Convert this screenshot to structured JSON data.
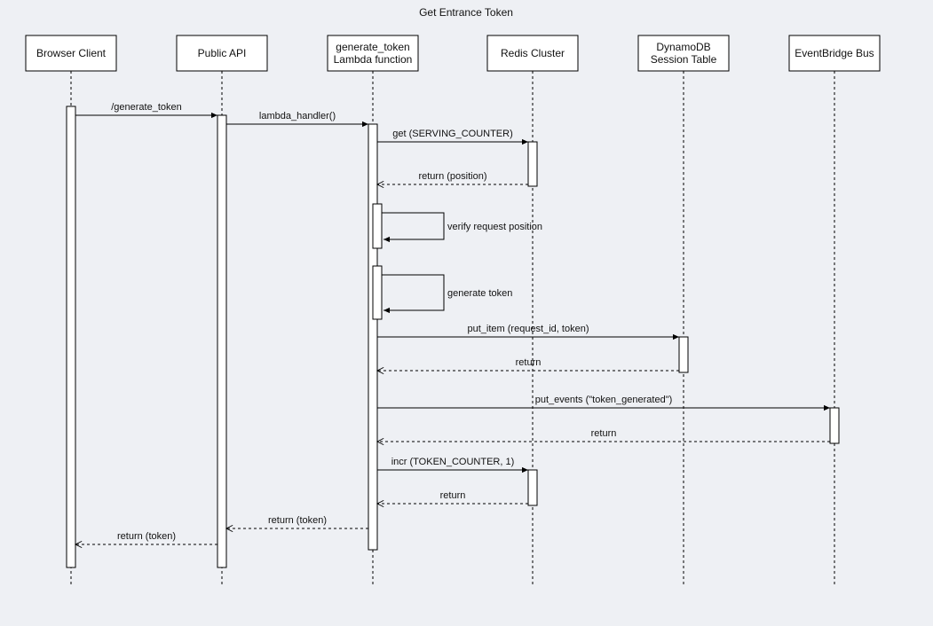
{
  "diagram": {
    "title": "Get Entrance Token",
    "colors": {
      "background": "#eef0f4",
      "box_fill": "#ffffff",
      "stroke": "#000000",
      "text": "#111111"
    },
    "actors": [
      {
        "id": "browser",
        "name": "browser-client",
        "label": [
          "Browser Client"
        ]
      },
      {
        "id": "api",
        "name": "public-api",
        "label": [
          "Public API"
        ]
      },
      {
        "id": "lambda",
        "name": "generate-token-lambda",
        "label": [
          "generate_token",
          "Lambda function"
        ]
      },
      {
        "id": "redis",
        "name": "redis-cluster",
        "label": [
          "Redis Cluster"
        ]
      },
      {
        "id": "dynamo",
        "name": "dynamodb-session-table",
        "label": [
          "DynamoDB",
          "Session Table"
        ]
      },
      {
        "id": "eventbridge",
        "name": "eventbridge-bus",
        "label": [
          "EventBridge Bus"
        ]
      }
    ],
    "messages": [
      {
        "from": "browser",
        "to": "api",
        "label": "/generate_token",
        "kind": "sync"
      },
      {
        "from": "api",
        "to": "lambda",
        "label": "lambda_handler()",
        "kind": "sync"
      },
      {
        "from": "lambda",
        "to": "redis",
        "label": "get (SERVING_COUNTER)",
        "kind": "sync"
      },
      {
        "from": "redis",
        "to": "lambda",
        "label": "return (position)",
        "kind": "return"
      },
      {
        "from": "lambda",
        "to": "lambda",
        "label": "verify request position",
        "kind": "self"
      },
      {
        "from": "lambda",
        "to": "lambda",
        "label": "generate token",
        "kind": "self"
      },
      {
        "from": "lambda",
        "to": "dynamo",
        "label": "put_item (request_id, token)",
        "kind": "sync"
      },
      {
        "from": "dynamo",
        "to": "lambda",
        "label": "return",
        "kind": "return"
      },
      {
        "from": "lambda",
        "to": "eventbridge",
        "label": "put_events (\"token_generated\")",
        "kind": "sync"
      },
      {
        "from": "eventbridge",
        "to": "lambda",
        "label": "return",
        "kind": "return"
      },
      {
        "from": "lambda",
        "to": "redis",
        "label": "incr (TOKEN_COUNTER, 1)",
        "kind": "sync"
      },
      {
        "from": "redis",
        "to": "lambda",
        "label": "return",
        "kind": "return"
      },
      {
        "from": "lambda",
        "to": "api",
        "label": "return (token)",
        "kind": "return"
      },
      {
        "from": "api",
        "to": "browser",
        "label": "return (token)",
        "kind": "return"
      }
    ]
  }
}
